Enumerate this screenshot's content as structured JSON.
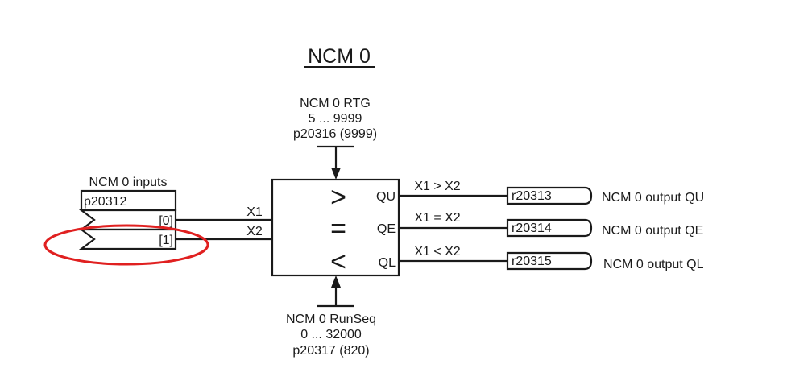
{
  "diagram": {
    "title": "NCM 0",
    "top_param": {
      "name": "NCM 0 RTG",
      "range": "5 ... 9999",
      "param": "p20316 (9999)"
    },
    "bottom_param": {
      "name": "NCM 0 RunSeq",
      "range": "0 ... 32000",
      "param": "p20317 (820)"
    },
    "inputs": {
      "label": "NCM 0 inputs",
      "param": "p20312",
      "indices": [
        "[0]",
        "[1]"
      ],
      "signals": [
        "X1",
        "X2"
      ]
    },
    "comparator": {
      "symbols": [
        ">",
        "=",
        "<"
      ],
      "outputs": [
        "QU",
        "QE",
        "QL"
      ]
    },
    "outputs": [
      {
        "condition": "X1 > X2",
        "param": "r20313",
        "label": "NCM 0 output QU"
      },
      {
        "condition": "X1 = X2",
        "param": "r20314",
        "label": "NCM 0 output QE"
      },
      {
        "condition": "X1 < X2",
        "param": "r20315",
        "label": "NCM 0 output QL"
      }
    ],
    "highlight": {
      "target": "[1]",
      "color": "#e02020"
    }
  }
}
